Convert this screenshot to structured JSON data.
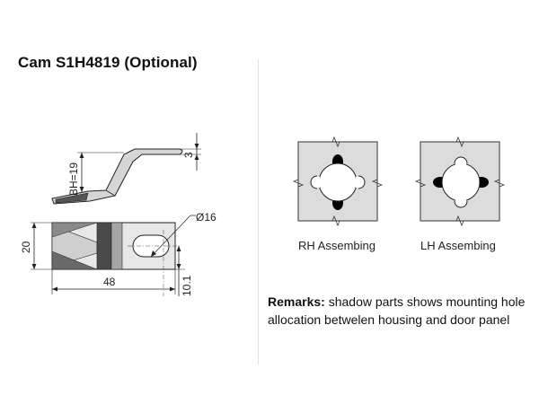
{
  "title": "Cam S1H4819 (Optional)",
  "dimensions": {
    "bh": "BH=19",
    "thickness": "3",
    "hole_diameter": "Ø16",
    "height": "20",
    "length": "48",
    "offset": "10.1"
  },
  "figures": {
    "rh_caption": "RH Assembing",
    "lh_caption": "LH Assembing"
  },
  "remarks": {
    "label": "Remarks:",
    "text": " shadow parts shows mounting hole allocation betwelen housing and door panel"
  },
  "colors": {
    "panel_fill": "#dcdcdc",
    "shadow_fill": "#000000",
    "line": "#222222"
  }
}
